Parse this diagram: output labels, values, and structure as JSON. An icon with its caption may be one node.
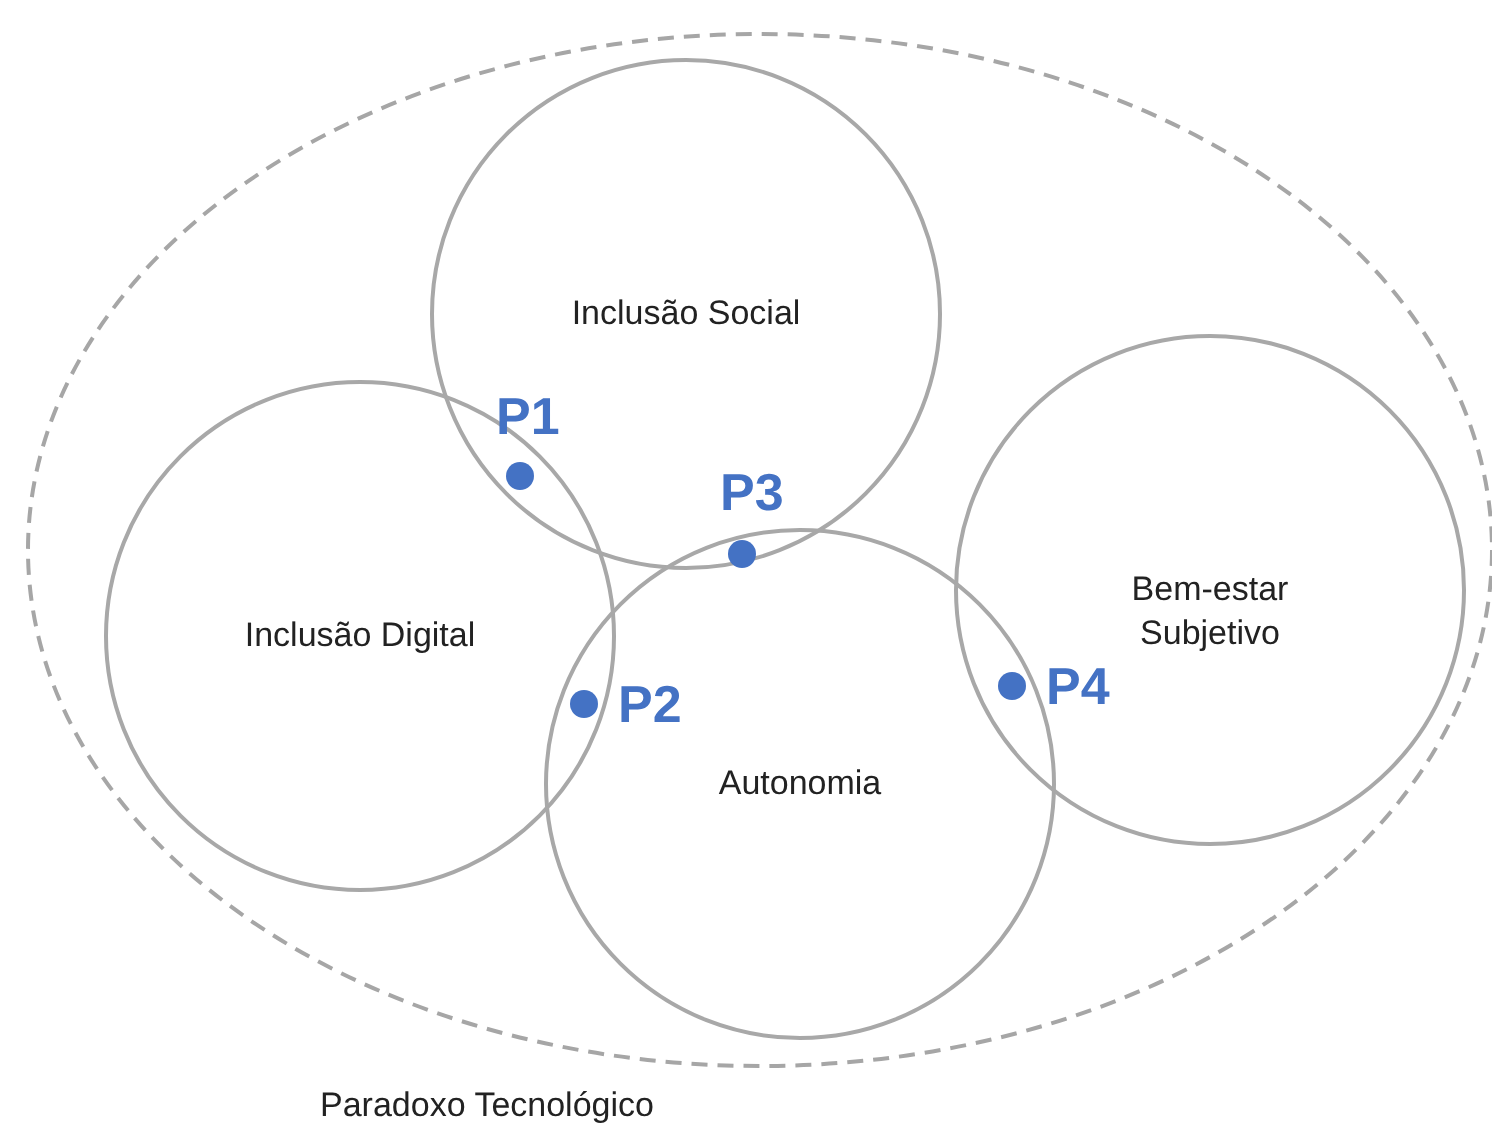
{
  "diagram": {
    "nodes": [
      {
        "text": [
          "Paradoxo Tecnológico"
        ]
      },
      {
        "text": [
          "Inclusão Social"
        ],
        "in": 0
      },
      {
        "text": [
          "Inclusão Digital"
        ],
        "in": 0
      },
      {
        "text": [
          "Autonomia"
        ],
        "in": 0
      },
      {
        "text": [
          "Bem-estar Subjetivo"
        ],
        "in": 0
      },
      {
        "text": [
          "P1"
        ]
      },
      {
        "text": [
          "P2"
        ]
      },
      {
        "text": [
          "P3"
        ]
      },
      {
        "text": [
          "P4"
        ]
      }
    ]
  }
}
